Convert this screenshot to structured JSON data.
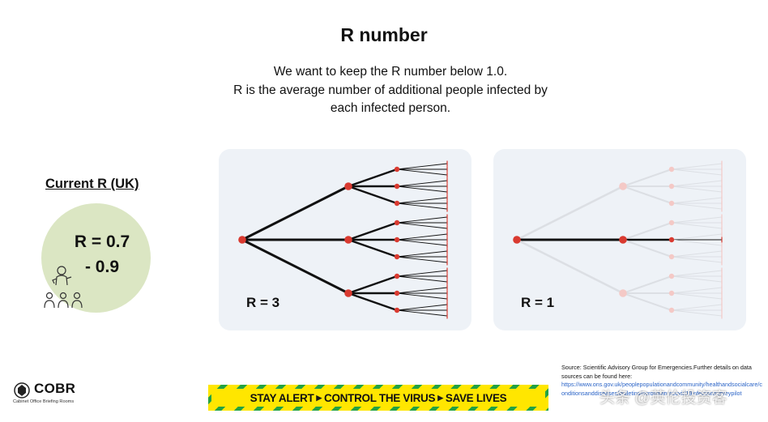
{
  "slide": {
    "title": "R number",
    "subtitle_lines": [
      "We want to keep the R number below 1.0.",
      "R is the average number of additional people infected by",
      "each infected person."
    ]
  },
  "current_r": {
    "label": "Current R (UK)",
    "value_line1": "R = 0.7",
    "value_line2": "- 0.9",
    "circle_color": "#dbe6c3",
    "icon": "people-icon"
  },
  "panels": {
    "left": {
      "label": "R = 3",
      "node_color": "#d93a30",
      "edge_color": "#111111"
    },
    "right": {
      "label": "R = 1",
      "node_color": "#d93a30",
      "faded_color": "#f4c9c6"
    }
  },
  "footer": {
    "logo_name": "COBR",
    "logo_sub": "Cabinet Office Briefing Rooms",
    "banner": [
      "STAY ALERT",
      "CONTROL THE VIRUS",
      "SAVE LIVES"
    ],
    "banner_colors": {
      "yellow": "#ffe600",
      "green": "#22a244"
    },
    "source_text": "Source: Scientific Advisory Group for Emergencies.Further details on data sources can be found here:",
    "source_link": "https://www.ons.gov.uk/peoplepopulationandcommunity/healthandsocialcare/conditionsanddiseases/bulletins/coronaviruscovid19infectionsurveypilot",
    "watermark": "头条 @英伦投资客"
  }
}
